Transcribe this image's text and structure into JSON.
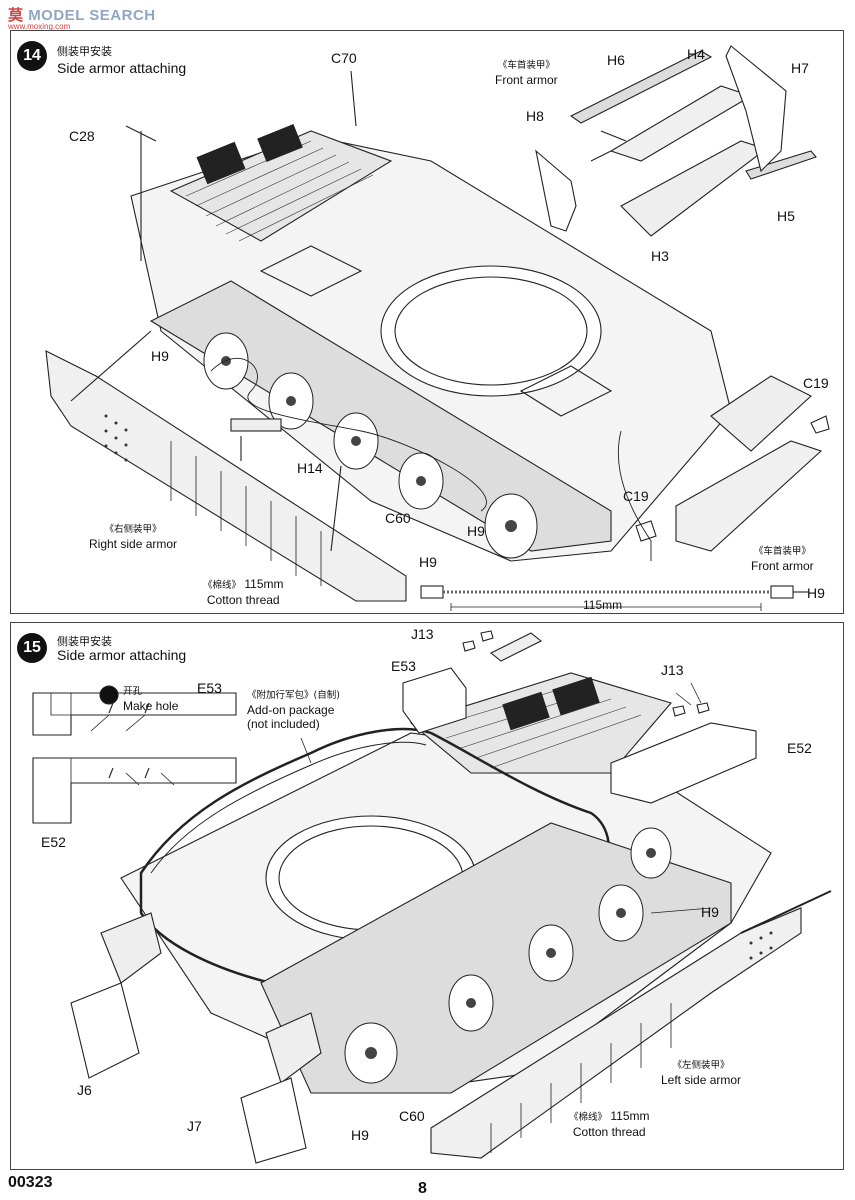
{
  "watermark": {
    "logo_zh": "莫",
    "logo_text": "MODEL",
    "logo_suffix": "SEARCH",
    "sub": "www.moxing.com"
  },
  "step14": {
    "number": "14",
    "title_zh": "侧装甲安装",
    "title_en": "Side armor attaching",
    "parts": {
      "c70": "C70",
      "c28": "C28",
      "h6": "H6",
      "h4": "H4",
      "h7": "H7",
      "h8": "H8",
      "h5": "H5",
      "h3": "H3",
      "h9a": "H9",
      "h14": "H14",
      "c19a": "C19",
      "c19b": "C19",
      "c60": "C60",
      "h9b": "H9",
      "h9c": "H9",
      "h9d": "H9"
    },
    "front_armor_top_zh": "《车首装甲》",
    "front_armor_top_en": "Front armor",
    "right_armor_zh": "《右侧装甲》",
    "right_armor_en": "Right side armor",
    "cotton_zh": "《棉线》",
    "cotton_len": "115mm",
    "cotton_en": "Cotton thread",
    "front_armor_bottom_zh": "《车首装甲》",
    "front_armor_bottom_en": "Front armor",
    "dimension": "115mm"
  },
  "step15": {
    "number": "15",
    "title_zh": "侧装甲安装",
    "title_en": "Side armor attaching",
    "parts": {
      "j13a": "J13",
      "e53a": "E53",
      "j13b": "J13",
      "e53b": "E53",
      "e52a": "E52",
      "e52b": "E52",
      "h9": "H9",
      "j6": "J6",
      "j7": "J7",
      "c60": "C60",
      "h9b": "H9"
    },
    "make_hole_zh": "开孔",
    "make_hole_en": "Make hole",
    "addon_zh": "《附加行军包》(自制)",
    "addon_en1": "Add-on package",
    "addon_en2": "(not included)",
    "left_armor_zh": "《左侧装甲》",
    "left_armor_en": "Left side armor",
    "cotton_zh": "《棉线》",
    "cotton_len": "115mm",
    "cotton_en": "Cotton thread"
  },
  "footer": {
    "code": "00323",
    "page": "8"
  }
}
